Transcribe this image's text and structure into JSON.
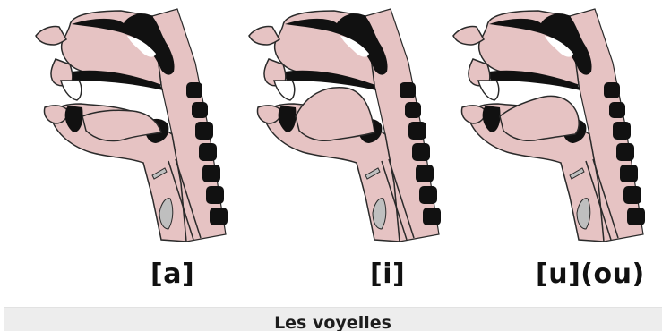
{
  "panels": [
    {
      "label": "[a]",
      "tongue": "low-flat"
    },
    {
      "label": "[i]",
      "tongue": "high-front"
    },
    {
      "label": "[u](ou)",
      "tongue": "high-back"
    }
  ],
  "caption": "Les voyelles",
  "colors": {
    "tissue": "#e6c3c3",
    "outline": "#2a2a2a",
    "dark": "#111111",
    "cartilage": "#bfbfbf",
    "caption_bar": "#ededed"
  }
}
